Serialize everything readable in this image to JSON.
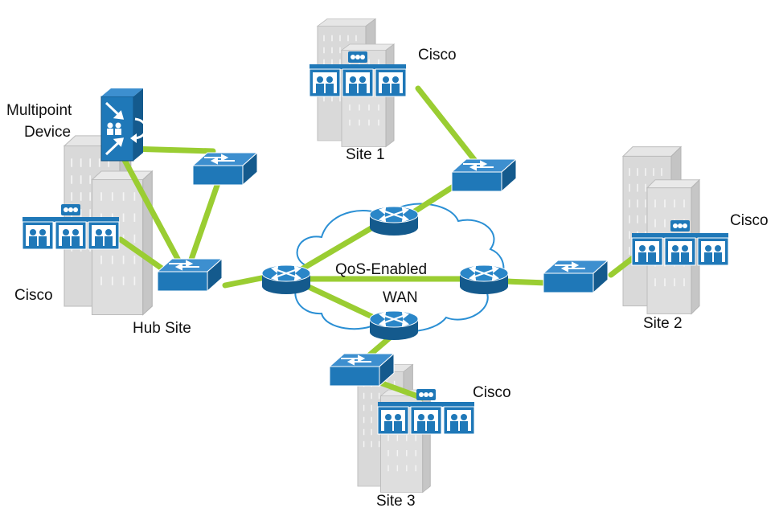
{
  "colors": {
    "link": "#9ACD32",
    "building": "#d9d9d9",
    "buildingEdge": "#b9b9b9",
    "window": "#f4f4f4",
    "device": "#1f78b8",
    "deviceDark": "#145a8d",
    "cloud": "#ffffff",
    "cloudEdge": "#2a8fd4"
  },
  "icons": {
    "building": "office-building-icon",
    "switch": "workgroup-switch-icon",
    "router": "router-icon",
    "telepresence": "telepresence-endpoint-icon",
    "mcu": "multipoint-control-unit-icon",
    "cloud": "wan-cloud-icon"
  },
  "labels": {
    "multipoint": "Multipoint",
    "device": "Device",
    "hub_cisco": "Cisco",
    "hub_site": "Hub Site",
    "site1": "Site 1",
    "site1_cisco": "Cisco",
    "site2": "Site 2",
    "site2_cisco": "Cisco",
    "site3": "Site 3",
    "site3_cisco": "Cisco",
    "wan_line1": "QoS-Enabled",
    "wan_line2": "WAN"
  }
}
